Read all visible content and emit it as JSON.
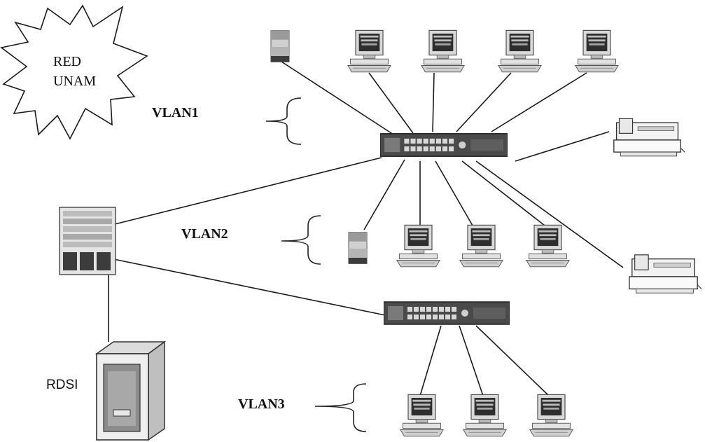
{
  "cloud": {
    "line1": "RED",
    "line2": "UNAM"
  },
  "labels": {
    "vlan1": "VLAN1",
    "vlan2": "VLAN2",
    "vlan3": "VLAN3",
    "rdsi": "RDSI"
  },
  "icons": {
    "switch": "network-switch-icon",
    "router": "modular-router-icon",
    "server": "tower-server-icon",
    "workstation": "workstation-computer-icon",
    "printer": "printer-icon",
    "tape_drive": "storage-unit-icon"
  },
  "colors": {
    "line": "#1a1a1a",
    "device_dark": "#3a3a3a",
    "background": "#ffffff"
  }
}
